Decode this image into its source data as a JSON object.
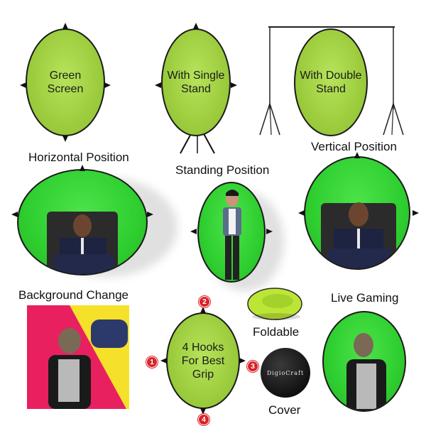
{
  "top_row": {
    "green_screen": {
      "line1": "Green",
      "line2": "Screen"
    },
    "single_stand": {
      "line1": "With Single",
      "line2": "Stand"
    },
    "double_stand": {
      "line1": "With Double",
      "line2": "Stand"
    }
  },
  "positions": {
    "horizontal": "Horizontal Position",
    "standing": "Standing Position",
    "vertical": "Vertical Position"
  },
  "bottom_row": {
    "background_change": "Background Change",
    "hooks": {
      "line1": "4 Hooks",
      "line2": "For Best",
      "line3": "Grip"
    },
    "hook_numbers": [
      "1",
      "2",
      "3",
      "4"
    ],
    "foldable": "Foldable",
    "cover": "Cover",
    "cover_brand": "DigioCraft",
    "live_gaming": "Live Gaming"
  },
  "colors": {
    "lime": "#a6d64a",
    "chroma_green": "#2fcf30",
    "badge_red": "#d9232a",
    "bg_yellow": "#f5e12a",
    "bg_pink": "#e8205f"
  }
}
